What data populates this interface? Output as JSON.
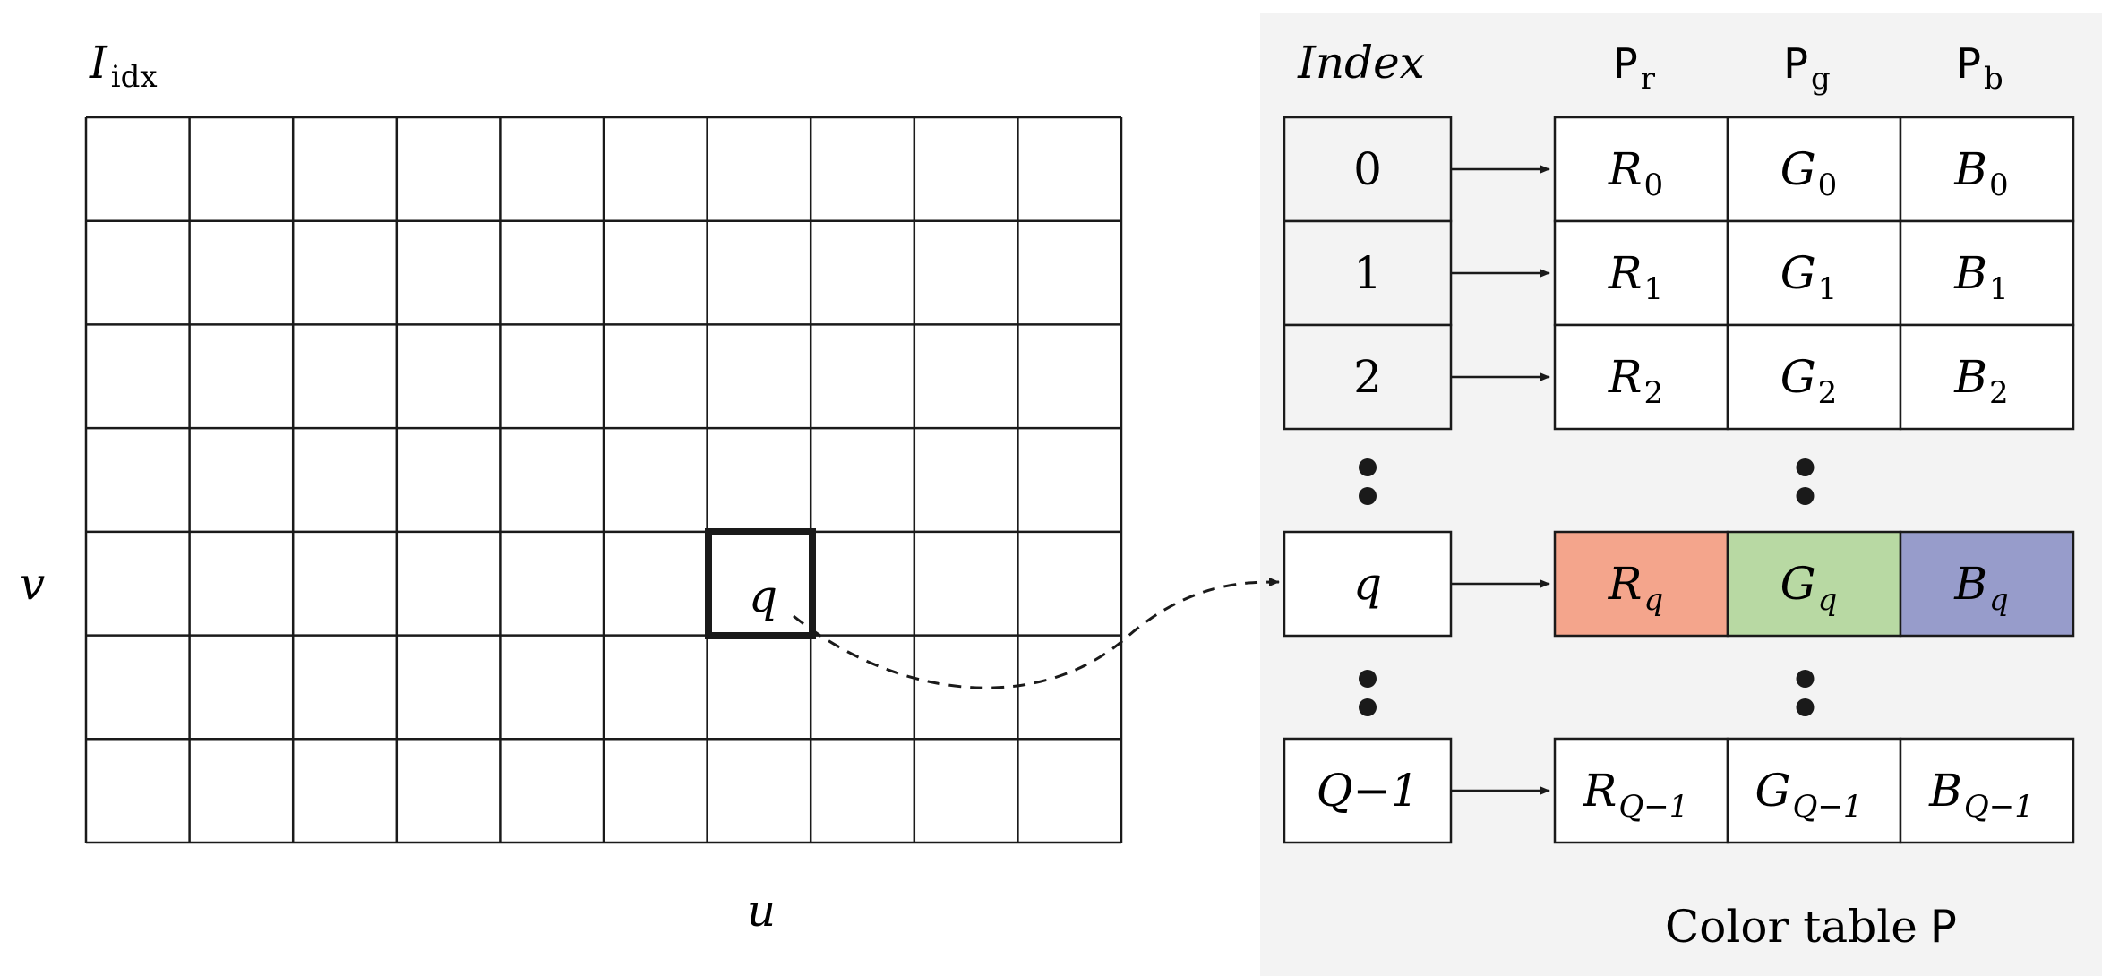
{
  "index_image": {
    "label_main": "I",
    "label_sub": "idx",
    "axis_u": "u",
    "axis_v": "v",
    "highlight_cell_label": "q"
  },
  "index_column": {
    "header": "Index",
    "rows": [
      "0",
      "1",
      "2",
      "q",
      "Q−1"
    ]
  },
  "color_table": {
    "headers": [
      {
        "main": "P",
        "sub": "r"
      },
      {
        "main": "P",
        "sub": "g"
      },
      {
        "main": "P",
        "sub": "b"
      }
    ],
    "rows": [
      [
        {
          "main": "R",
          "sub": "0"
        },
        {
          "main": "G",
          "sub": "0"
        },
        {
          "main": "B",
          "sub": "0"
        }
      ],
      [
        {
          "main": "R",
          "sub": "1"
        },
        {
          "main": "G",
          "sub": "1"
        },
        {
          "main": "B",
          "sub": "1"
        }
      ],
      [
        {
          "main": "R",
          "sub": "2"
        },
        {
          "main": "G",
          "sub": "2"
        },
        {
          "main": "B",
          "sub": "2"
        }
      ],
      [
        {
          "main": "R",
          "sub": "q"
        },
        {
          "main": "G",
          "sub": "q"
        },
        {
          "main": "B",
          "sub": "q"
        }
      ],
      [
        {
          "main": "R",
          "sub": "Q−1"
        },
        {
          "main": "G",
          "sub": "Q−1"
        },
        {
          "main": "B",
          "sub": "Q−1"
        }
      ]
    ],
    "caption": "Color table",
    "caption_symbol": "P"
  },
  "colors": {
    "panel_bg": "#f3f3f3",
    "index_cell_bg": "#f3f3f3",
    "highlight_r": "#f4a58c",
    "highlight_g": "#b8d9a3",
    "highlight_b": "#979ccb",
    "line": "#1a1a1a"
  }
}
